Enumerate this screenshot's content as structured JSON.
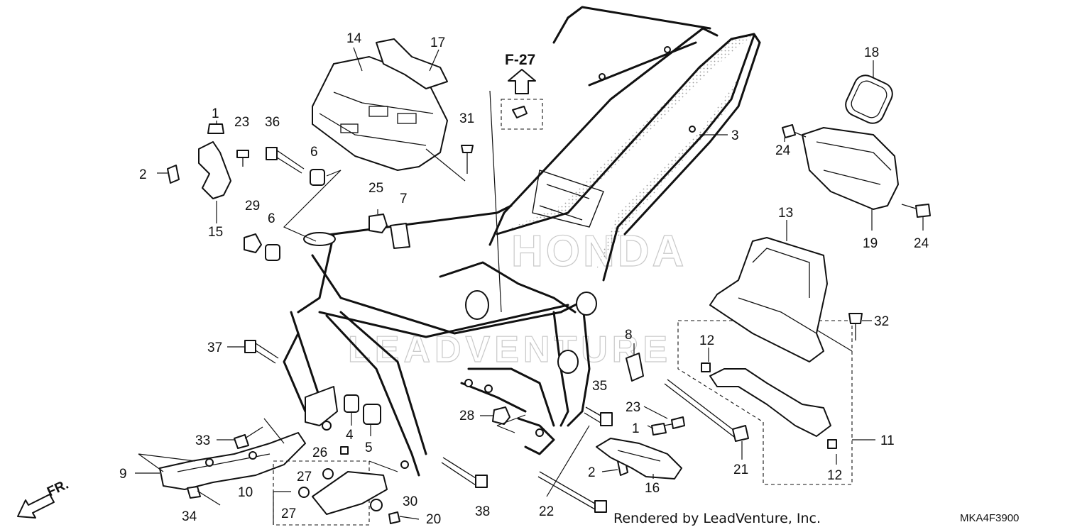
{
  "diagram": {
    "reference_label": "F-27",
    "front_label": "FR.",
    "credit": "Rendered by LeadVenture, Inc.",
    "code": "MKA4F3900",
    "watermark": "LEADVENTURE",
    "brand_mark": "HONDA"
  },
  "callouts": [
    {
      "id": "c1a",
      "text": "1"
    },
    {
      "id": "c1b",
      "text": "1"
    },
    {
      "id": "c2a",
      "text": "2"
    },
    {
      "id": "c2b",
      "text": "2"
    },
    {
      "id": "c3",
      "text": "3"
    },
    {
      "id": "c4",
      "text": "4"
    },
    {
      "id": "c5",
      "text": "5"
    },
    {
      "id": "c6a",
      "text": "6"
    },
    {
      "id": "c6b",
      "text": "6"
    },
    {
      "id": "c7",
      "text": "7"
    },
    {
      "id": "c8",
      "text": "8"
    },
    {
      "id": "c9",
      "text": "9"
    },
    {
      "id": "c10",
      "text": "10"
    },
    {
      "id": "c11",
      "text": "11"
    },
    {
      "id": "c12a",
      "text": "12"
    },
    {
      "id": "c12b",
      "text": "12"
    },
    {
      "id": "c13",
      "text": "13"
    },
    {
      "id": "c14",
      "text": "14"
    },
    {
      "id": "c15",
      "text": "15"
    },
    {
      "id": "c16",
      "text": "16"
    },
    {
      "id": "c17",
      "text": "17"
    },
    {
      "id": "c18",
      "text": "18"
    },
    {
      "id": "c19",
      "text": "19"
    },
    {
      "id": "c20",
      "text": "20"
    },
    {
      "id": "c21",
      "text": "21"
    },
    {
      "id": "c22",
      "text": "22"
    },
    {
      "id": "c23a",
      "text": "23"
    },
    {
      "id": "c23b",
      "text": "23"
    },
    {
      "id": "c24a",
      "text": "24"
    },
    {
      "id": "c24b",
      "text": "24"
    },
    {
      "id": "c25",
      "text": "25"
    },
    {
      "id": "c26",
      "text": "26"
    },
    {
      "id": "c27a",
      "text": "27"
    },
    {
      "id": "c27b",
      "text": "27"
    },
    {
      "id": "c28",
      "text": "28"
    },
    {
      "id": "c29",
      "text": "29"
    },
    {
      "id": "c30",
      "text": "30"
    },
    {
      "id": "c31",
      "text": "31"
    },
    {
      "id": "c32",
      "text": "32"
    },
    {
      "id": "c33",
      "text": "33"
    },
    {
      "id": "c34",
      "text": "34"
    },
    {
      "id": "c35",
      "text": "35"
    },
    {
      "id": "c36",
      "text": "36"
    },
    {
      "id": "c37",
      "text": "37"
    },
    {
      "id": "c38",
      "text": "38"
    }
  ]
}
